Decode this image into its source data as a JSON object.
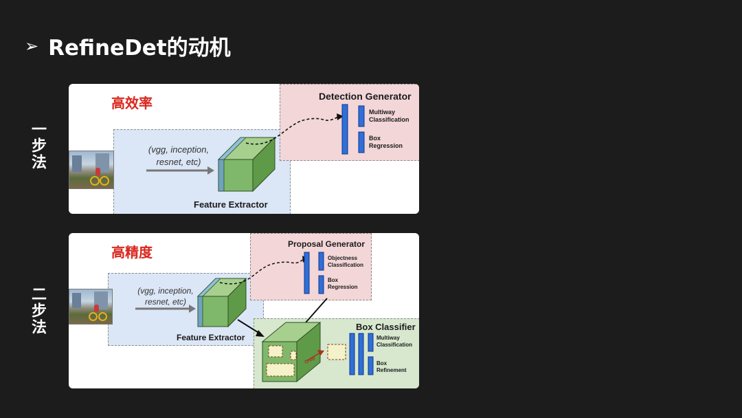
{
  "slide": {
    "title": "RefineDet的动机",
    "bullet_icon": "arrow-right-icon"
  },
  "one_stage": {
    "side_label": "一步法",
    "heading": "高效率",
    "backbone_text_line1": "(vgg, inception,",
    "backbone_text_line2": "resnet, etc)",
    "feature_extractor": "Feature Extractor",
    "detection_generator": "Detection Generator",
    "head1_line1": "Multiway",
    "head1_line2": "Classification",
    "head2_line1": "Box",
    "head2_line2": "Regression"
  },
  "two_stage": {
    "side_label": "二步法",
    "heading": "高精度",
    "backbone_text_line1": "(vgg, inception,",
    "backbone_text_line2": "resnet, etc)",
    "feature_extractor": "Feature Extractor",
    "proposal_generator": "Proposal Generator",
    "prop_head1_line1": "Objectness",
    "prop_head1_line2": "Classification",
    "prop_head2_line1": "Box",
    "prop_head2_line2": "Regression",
    "box_classifier": "Box Classifier",
    "crop_label": "Crop",
    "cls_head1_line1": "Multiway",
    "cls_head1_line2": "Classification",
    "cls_head2_line1": "Box",
    "cls_head2_line2": "Refinement"
  },
  "colors": {
    "heading_red": "#d9271e",
    "cube_green": "#7fb86a",
    "bar_blue": "#2f6fd6",
    "region_blue": "#dbe6f6",
    "region_pink": "#f3d6d8",
    "region_green": "#d7e8cf"
  }
}
